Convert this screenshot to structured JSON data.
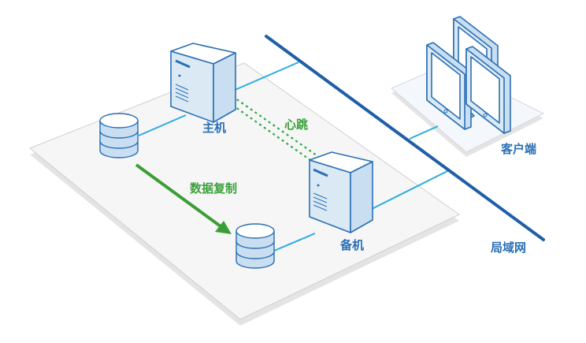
{
  "diagram": {
    "type": "high-availability-architecture",
    "labels": {
      "primary": "主机",
      "standby": "备机",
      "heartbeat": "心跳",
      "replication": "数据复制",
      "client": "客户端",
      "lan": "局域网"
    },
    "nodes": [
      {
        "id": "primary-db",
        "kind": "database"
      },
      {
        "id": "primary-server",
        "kind": "server",
        "label_key": "primary"
      },
      {
        "id": "standby-server",
        "kind": "server",
        "label_key": "standby"
      },
      {
        "id": "standby-db",
        "kind": "database"
      },
      {
        "id": "clients",
        "kind": "monitor-group",
        "count": 3,
        "label_key": "client"
      },
      {
        "id": "lan",
        "kind": "network-bus",
        "label_key": "lan"
      }
    ],
    "edges": [
      {
        "from": "primary-db",
        "to": "primary-server",
        "style": "link"
      },
      {
        "from": "primary-server",
        "to": "lan",
        "style": "link"
      },
      {
        "from": "standby-db",
        "to": "standby-server",
        "style": "link"
      },
      {
        "from": "standby-server",
        "to": "lan",
        "style": "link"
      },
      {
        "from": "clients",
        "to": "lan",
        "style": "link"
      },
      {
        "from": "primary-server",
        "to": "standby-server",
        "style": "heartbeat-dashed"
      },
      {
        "from": "primary-db",
        "to": "standby-db",
        "style": "replication-arrow"
      }
    ],
    "colors": {
      "link": "#29abe2",
      "lan": "#1f5fa8",
      "outline": "#2a6fb5",
      "fill": "#c9def0",
      "heartbeat": "#2ea84a",
      "replication": "#3b9e35",
      "platform": "#f6f6f6"
    }
  }
}
